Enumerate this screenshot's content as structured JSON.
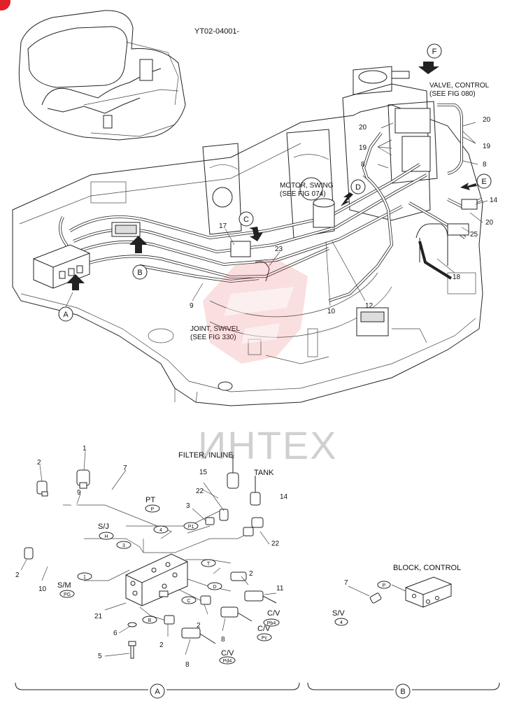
{
  "figure_id": "YT02-04001-",
  "watermark": "ИНТЕХ",
  "badge_color": "#e0202a",
  "callouts_top": {
    "valve_control": [
      "VALVE, CONTROL",
      "(SEE FIG 080)"
    ],
    "motor_swing": [
      "MOTOR, SWING",
      "(SEE FIG 074)"
    ],
    "joint_swivel": [
      "JOINT, SWIVEL",
      "(SEE FIG 330)"
    ]
  },
  "arrow_letters": [
    "A",
    "B",
    "C",
    "D",
    "E",
    "F"
  ],
  "top_part_numbers": [
    "20",
    "19",
    "20",
    "19",
    "8",
    "8",
    "14",
    "20",
    "25",
    "17",
    "23",
    "9",
    "10",
    "12",
    "18"
  ],
  "detail_labels": {
    "filter_inline": "FILTER, INLINE",
    "tank": "TANK",
    "block_control": "BLOCK, CONTROL",
    "pt": "PT",
    "sj": "S/J",
    "sm": "S/M",
    "cv1": "C/V",
    "cv2": "C/V",
    "cv3": "C/V",
    "sv": "S/V"
  },
  "port_labels": [
    "P",
    "P1",
    "4",
    "H",
    "3",
    "T",
    "1",
    "PG",
    "D",
    "C",
    "B",
    "Pb4",
    "Pc",
    "Pd4",
    "P",
    "4"
  ],
  "detail_part_numbers": [
    "1",
    "2",
    "7",
    "9",
    "15",
    "22",
    "14",
    "3",
    "22",
    "2",
    "10",
    "21",
    "6",
    "5",
    "2",
    "11",
    "2",
    "8",
    "2",
    "8",
    "7"
  ],
  "section_letters": [
    "A",
    "B"
  ]
}
